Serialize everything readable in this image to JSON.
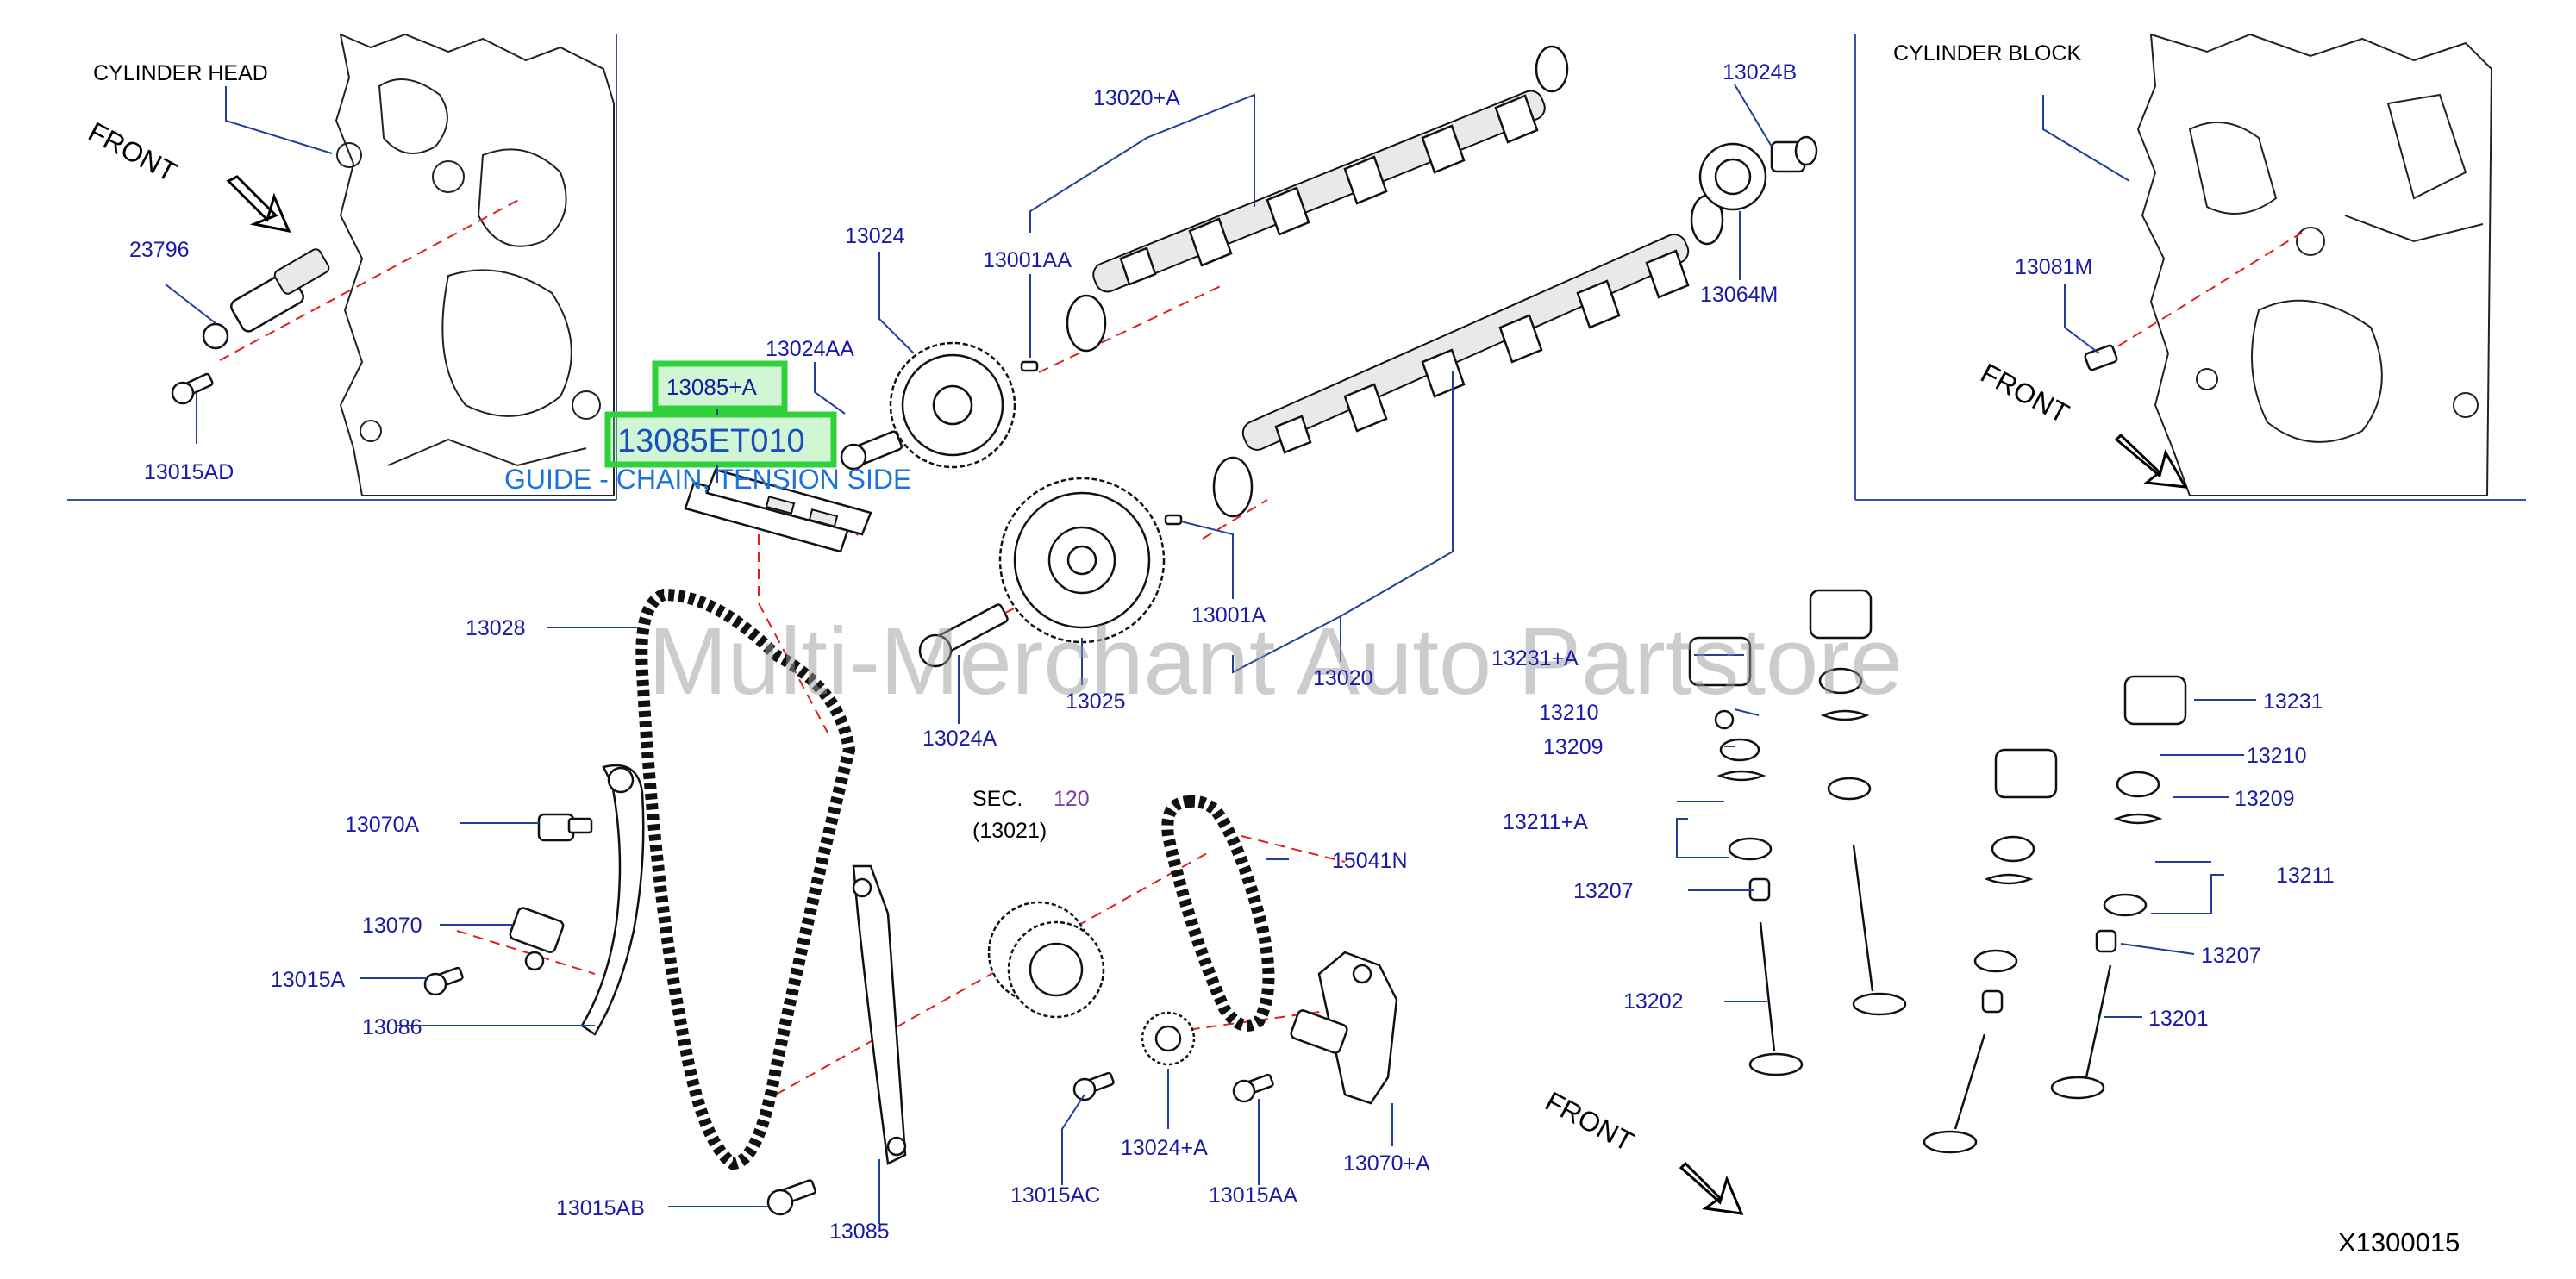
{
  "headings": {
    "cylinder_head": "CYLINDER   HEAD",
    "cylinder_block": "CYLINDER   BLOCK",
    "front_1": "FRONT",
    "front_2": "FRONT",
    "front_3": "FRONT",
    "sec_prefix": "SEC.",
    "sec_number": "120",
    "sec_part": "(13021)",
    "diagram_code": "X1300015"
  },
  "highlight": {
    "box_label": "13085+A",
    "part_number": "13085ET010",
    "description": "GUIDE - CHAIN, TENSION SIDE",
    "box_color": "#2fd23a"
  },
  "watermark": "Multi-Merchant Auto Partstore",
  "callouts": {
    "c23796": "23796",
    "c13015AD": "13015AD",
    "c13024AA": "13024AA",
    "c13024": "13024",
    "c13001AA": "13001AA",
    "c13020A": "13020+A",
    "c13024B": "13024B",
    "c13064M": "13064M",
    "c13081M": "13081M",
    "c13001A": "13001A",
    "c13020": "13020",
    "c13028": "13028",
    "c13024A": "13024A",
    "c13025": "13025",
    "c13231A": "13231+A",
    "c13210_l": "13210",
    "c13209_l": "13209",
    "c13211A": "13211+A",
    "c13207_l": "13207",
    "c13202": "13202",
    "c13231": "13231",
    "c13210_r": "13210",
    "c13209_r": "13209",
    "c13211": "13211",
    "c13207_r": "13207",
    "c13201": "13201",
    "c13070A": "13070A",
    "c13070": "13070",
    "c13015A": "13015A",
    "c13086": "13086",
    "c15041N": "15041N",
    "c13015AB": "13015AB",
    "c13085": "13085",
    "c13015AC": "13015AC",
    "c13024A2": "13024+A",
    "c13015AA": "13015AA",
    "c13070A2": "13070+A"
  },
  "colors": {
    "callout_text": "#1a1aa8",
    "leader_line": "#1f3f9a",
    "centerline": "#e02020",
    "highlight": "#2fd23a"
  }
}
